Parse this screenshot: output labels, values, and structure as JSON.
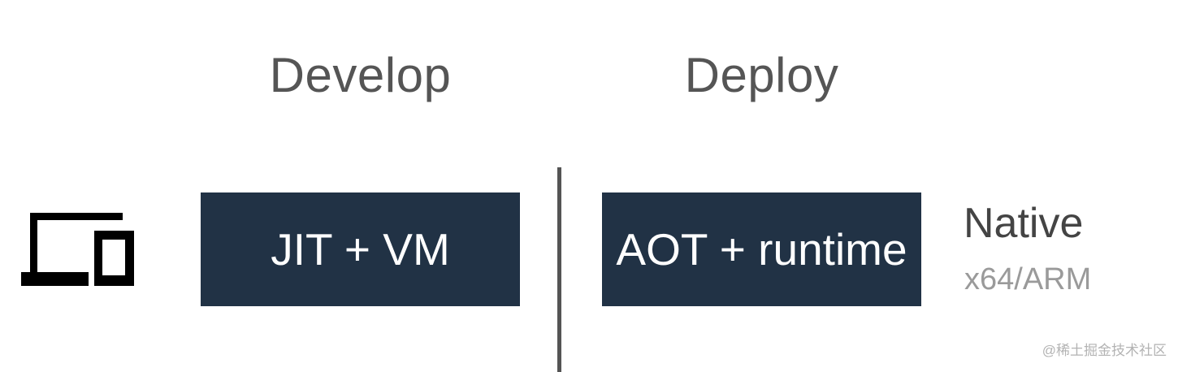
{
  "headings": {
    "develop": "Develop",
    "deploy": "Deploy"
  },
  "boxes": {
    "jit": "JIT + VM",
    "aot": "AOT + runtime"
  },
  "target": {
    "name": "Native",
    "arch": "x64/ARM"
  },
  "watermark": "@稀土掘金技术社区",
  "icons": {
    "devices": "devices-icon"
  },
  "colors": {
    "box_fill": "#213245",
    "box_text": "#ffffff",
    "heading_text": "#555555",
    "divider": "#545454",
    "arch_text": "#9a9a9a"
  }
}
